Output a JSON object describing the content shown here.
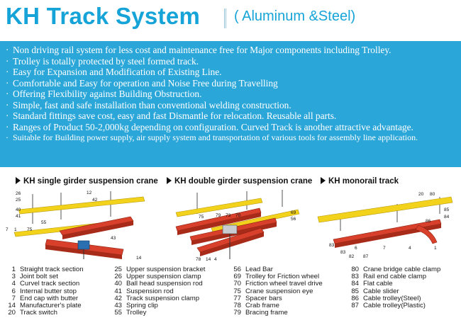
{
  "header": {
    "title": "KH Track System",
    "subtitle": "( Aluminum &Steel)"
  },
  "features": [
    "Non driving rail system for less cost and maintenance free for Major components including Trolley.",
    "Trolley is totally protected by steel formed track.",
    "Easy for Expansion and Modification of Existing Line.",
    "Comfortable and Easy for operation and Noise Free during Travelling",
    "Offering Flexibility against Building Obstruction.",
    "Simple, fast and safe installation than conventional welding construction.",
    "Standard fittings save cost, easy and fast Dismantle for relocation. Reusable all parts.",
    "Ranges of Product 50-2,000kg depending on configuration. Curved Track is another attractive advantage.",
    "Suitable for Building power supply, air supply system and transportation of various tools for assembly line application."
  ],
  "bullet": "·",
  "cranes": {
    "single": {
      "heading": "KH single girder suspension crane",
      "callouts": [
        "26",
        "25",
        "40",
        "41",
        "7",
        "1",
        "75",
        "55",
        "12",
        "42",
        "43",
        "14"
      ]
    },
    "double": {
      "heading": "KH double girder suspension crane",
      "callouts": [
        "75",
        "79",
        "73",
        "70",
        "69",
        "56",
        "78",
        "14",
        "4"
      ]
    },
    "monorail": {
      "heading": "KH monorail track",
      "callouts": [
        "20",
        "80",
        "85",
        "84",
        "86",
        "1",
        "4",
        "7",
        "6",
        "83",
        "82",
        "83",
        "87"
      ]
    }
  },
  "parts": {
    "col1": [
      {
        "num": "1",
        "name": "Straight track section"
      },
      {
        "num": "3",
        "name": "Joint bolt set"
      },
      {
        "num": "4",
        "name": "Curvel track section"
      },
      {
        "num": "6",
        "name": "Internal butter stop"
      },
      {
        "num": "7",
        "name": "End cap with butter"
      },
      {
        "num": "14",
        "name": "Manufacturer's plate"
      },
      {
        "num": "20",
        "name": "Track switch"
      }
    ],
    "col2": [
      {
        "num": "25",
        "name": "Upper suspension bracket"
      },
      {
        "num": "26",
        "name": "Upper suspension clamp"
      },
      {
        "num": "40",
        "name": "Ball head suspension rod"
      },
      {
        "num": "41",
        "name": "Suspension rod"
      },
      {
        "num": "42",
        "name": "Track suspension clamp"
      },
      {
        "num": "43",
        "name": "Spring clip"
      },
      {
        "num": "55",
        "name": "Trolley"
      }
    ],
    "col3": [
      {
        "num": "56",
        "name": "Lead Bar"
      },
      {
        "num": "69",
        "name": "Trolley for Friction wheel"
      },
      {
        "num": "70",
        "name": "Friction wheel travel drive"
      },
      {
        "num": "75",
        "name": "Crane suspension eye"
      },
      {
        "num": "77",
        "name": "Spacer bars"
      },
      {
        "num": "78",
        "name": "Crab frame"
      },
      {
        "num": "79",
        "name": "Bracing frame"
      }
    ],
    "col4": [
      {
        "num": "80",
        "name": "Crane bridge cable clamp"
      },
      {
        "num": "83",
        "name": "Rail end cable clamp"
      },
      {
        "num": "84",
        "name": "Flat cable"
      },
      {
        "num": "85",
        "name": "Cable slider"
      },
      {
        "num": "86",
        "name": "Cable trolley(Steel)"
      },
      {
        "num": "87",
        "name": "Cable trolley(Plastic)"
      }
    ]
  },
  "colors": {
    "accent": "#16a4d8",
    "panel": "#2ba6d9",
    "track_yellow": "#f2d21a",
    "girder_red": "#d8402c"
  }
}
